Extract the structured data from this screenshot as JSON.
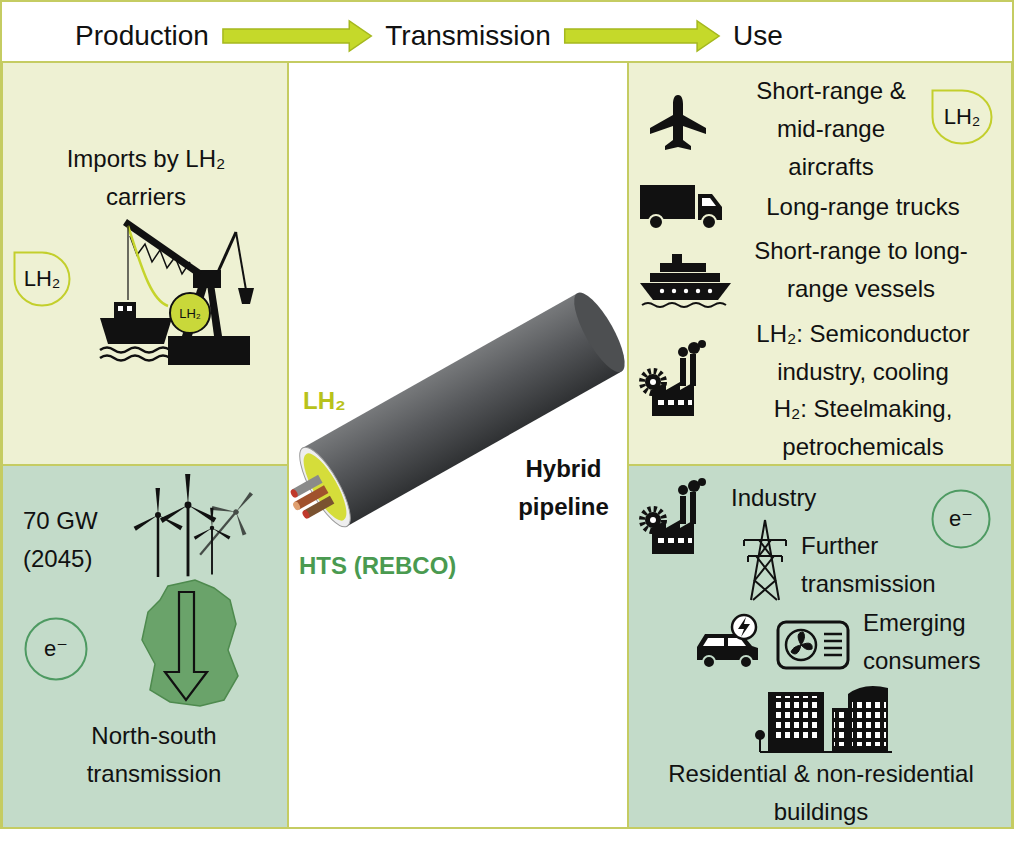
{
  "diagram": {
    "nodes": [
      {
        "text": [
          "Production"
        ]
      },
      {
        "text": [
          "Transmission"
        ]
      },
      {
        "text": [
          "Use"
        ]
      },
      {
        "text": [
          "Imports by LH₂ carriers"
        ]
      },
      {
        "text": [
          "LH₂"
        ],
        "in": 3
      },
      {
        "text": [
          "70 GW (2045)",
          "North-south transmission"
        ]
      },
      {
        "text": [
          "e⁻"
        ],
        "in": 5
      },
      {
        "text": [
          "LH₂",
          "HTS (REBCO)",
          "Hybrid pipeline"
        ]
      },
      {
        "text": [
          "Short-range & mid-range aircrafts",
          "Long-range trucks",
          "Short-range to long-range vessels",
          "LH₂: Semiconductor industry, cooling",
          "H₂: Steelmaking, petrochemicals"
        ]
      },
      {
        "text": [
          "LH₂"
        ],
        "in": 8
      },
      {
        "text": [
          "Industry",
          "Further transmission",
          "Emerging consumers",
          "Residential & non-residential buildings"
        ]
      },
      {
        "text": [
          "e⁻"
        ],
        "in": 10
      }
    ],
    "edges": [
      {
        "from": 0,
        "to": 1,
        "arrow": "to"
      },
      {
        "from": 1,
        "to": 2,
        "arrow": "to"
      }
    ],
    "labels": [
      "LH₂"
    ]
  }
}
